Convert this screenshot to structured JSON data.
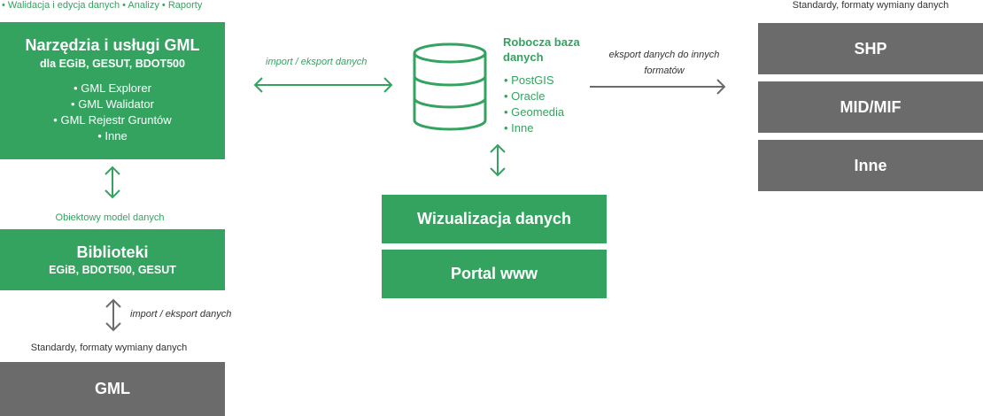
{
  "left": {
    "top_caption": "• Walidacja i edycja danych • Analizy • Raporty",
    "tools_box": {
      "title": "Narzędzia i usługi GML",
      "subtitle": "dla EGiB, GESUT, BDOT500",
      "items": [
        "• GML Explorer",
        "• GML Walidator",
        "• GML Rejestr Gruntów",
        "• Inne"
      ]
    },
    "object_model_label": "Obiektowy model danych",
    "libraries_box": {
      "title": "Biblioteki",
      "subtitle": "EGiB, BDOT500, GESUT"
    },
    "import_export_label": "import / eksport danych",
    "standards_label": "Standardy, formaty wymiany danych",
    "gml_box": {
      "title": "GML"
    }
  },
  "center": {
    "import_export_label": "import / eksport danych",
    "database": {
      "icon": "database-icon",
      "title_line1": "Robocza baza",
      "title_line2": "danych",
      "items": [
        "• PostGIS",
        "• Oracle",
        "• Geomedia",
        "• Inne"
      ]
    },
    "visualization_box": {
      "title": "Wizualizacja danych"
    },
    "portal_box": {
      "title": "Portal www"
    }
  },
  "right": {
    "export_label_line1": "eksport danych do innych",
    "export_label_line2": "formatów",
    "standards_label": "Standardy, formaty wymiany danych",
    "formats": [
      "SHP",
      "MID/MIF",
      "Inne"
    ]
  },
  "colors": {
    "green": "#34a360",
    "gray": "#6b6b6b",
    "arrow_gray": "#6b6b6b"
  }
}
